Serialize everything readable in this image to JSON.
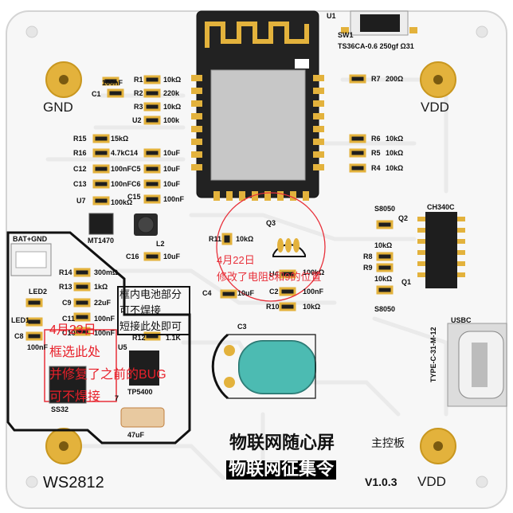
{
  "board": {
    "pads_gnd_left": "GND",
    "pads_vdd_right_top": "VDD",
    "pads_vdd_right_bottom": "VDD",
    "ws2812": "WS2812",
    "title_line1": "物联网随心屏",
    "title_sub": "主控板",
    "title_line2": "物联网征集令",
    "version": "V1.0.3"
  },
  "parts": {
    "u1": "U1",
    "sw1": "SW1",
    "switch": "TS36CA-0.6  250gf  Ω31",
    "c1": "C1",
    "c1_val": "100nF",
    "r1": "R1",
    "r1_val": "10kΩ",
    "r2": "R2",
    "r2_val": "220k",
    "r3": "R3",
    "r3_val": "10kΩ",
    "u2": "U2",
    "u2_val": "100k",
    "r15": "R15",
    "r15_val": "15kΩ",
    "r16": "R16",
    "r16_val": "4.7kC14",
    "c14_val": "10uF",
    "c12": "C12",
    "c12_val": "100nFC5",
    "c5_val": "10uF",
    "c13": "C13",
    "c13_val": "100nFC6",
    "c6_val": "10uF",
    "u7": "U7",
    "u7_val": "100kΩ",
    "c15": "C15",
    "c15_val": "100nF",
    "r7": "R7",
    "r7_val": "200Ω",
    "r6": "R6",
    "r6_val": "10kΩ",
    "r5": "R5",
    "r5_val": "10kΩ",
    "r4": "R4",
    "r4_val": "10kΩ",
    "mt1470": "MT1470",
    "l2": "L2",
    "c16": "C16",
    "c16_val": "10uF",
    "r11": "R11",
    "r11_val": "10kΩ",
    "q3": "Q3",
    "s8050_top": "S8050",
    "q2": "Q2",
    "ch340c": "CH340C",
    "r8": "R8",
    "r9": "R9",
    "r8_val": "10kΩ",
    "r9_val": "10kΩ",
    "q1": "Q1",
    "s8050_bot": "S8050",
    "u4": "U4",
    "u4_val": "100kΩ",
    "c2": "C2",
    "c2_val": "100nF",
    "r10": "R10",
    "r10_val": "10kΩ",
    "c4": "C4",
    "c4_val": "10uF",
    "c3": "C3",
    "usbc": "USBC",
    "typec": "TYPE-C-31-M-12",
    "bat_gnd": "BAT+GND",
    "r14": "R14",
    "r14_val": "300mΩ",
    "r13": "R13",
    "r13_val": "1kΩ",
    "c9": "C9",
    "c9_val": "22uF",
    "led2": "LED2",
    "led1": "LED1",
    "c11": "C11",
    "c11_val": "100nF",
    "c10": "C10",
    "c10_val": "100nF",
    "r12": "R12",
    "r12_val": "1.1K",
    "c8": "C8",
    "c8_val": "100nF",
    "u5": "U5",
    "tp5400": "TP5400",
    "ss32": "SS32",
    "c7_val": "47uF",
    "d7": "7"
  },
  "notes": {
    "date_note_1": "4月22日",
    "date_note_2": "修改了电阻8和9的位置",
    "box_note_1": "框内电池部分",
    "box_note_2": "可不焊接",
    "box_note_3": "短接此处即可",
    "red_note_1": "4月23日",
    "red_note_2": "框选此处",
    "red_note_3": "并修复了之前的BUG",
    "red_note_4": "可不焊接"
  }
}
